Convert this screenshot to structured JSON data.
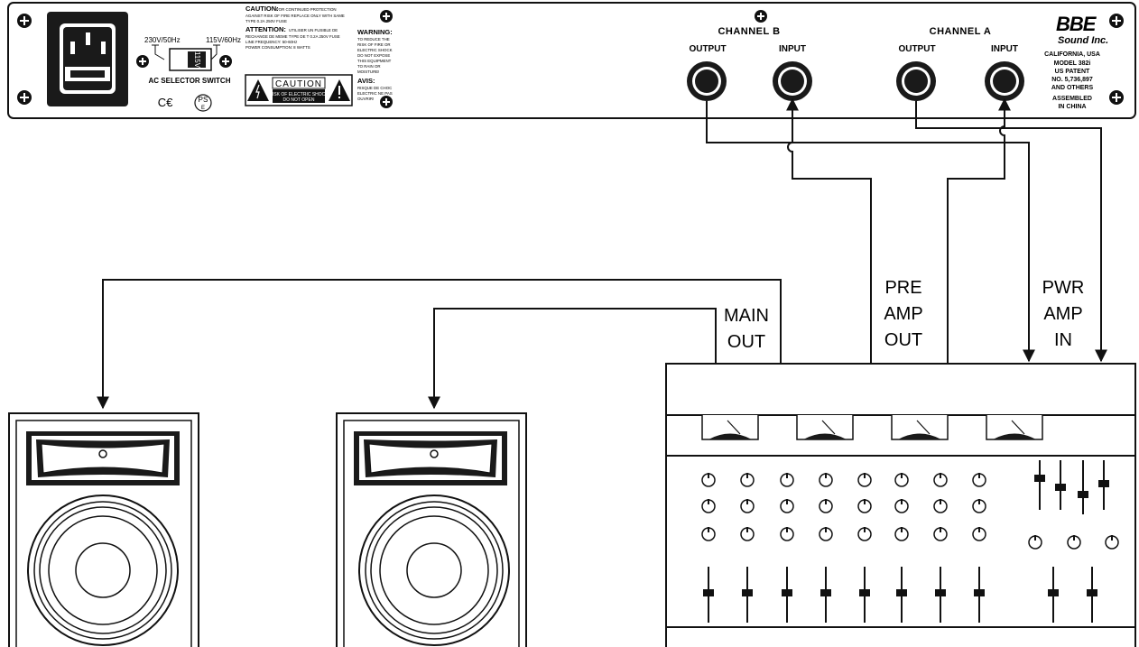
{
  "panel": {
    "voltage_left": "230V/50Hz",
    "voltage_right": "115V/60Hz",
    "switch_value": "115V",
    "ac_selector_label": "AC SELECTOR SWITCH",
    "ce_mark": "C€",
    "ps_mark": "PS",
    "ps_sub": "E",
    "caution_heading": "CAUTION:",
    "caution_text_1": "FOR CONTINUED PROTECTION",
    "caution_text_2": "AGAINST RISK OF FIRE REPLACE ONLY WITH SAME",
    "caution_text_3": "TYPE 0.2A 250V FUSE",
    "attention_heading": "ATTENTION:",
    "attention_text_1": "UTILISER UN FUSIBLE DE",
    "attention_text_2": "RECHANGE DE MEME TYPE DE T 0.2A 250V FUSE",
    "attention_text_3": "LINE FREQUENCY: 50-60Hz",
    "attention_text_4": "POWER CONSUMPTION: 8 WATTS",
    "caution_box_title": "CAUTION",
    "caution_box_line1": "RISK OF ELECTRIC SHOCK",
    "caution_box_line2": "DO NOT OPEN",
    "warning_heading": "WARNING:",
    "warning_lines": [
      "TO REDUCE THE",
      "RISK OF FIRE OR",
      "ELECTRIC SHOCK",
      "DO NOT EXPOSE",
      "THIS EQUIPMENT",
      "TO RAIN OR",
      "MOISTURE!"
    ],
    "avis_heading": "AVIS:",
    "avis_lines": [
      "RISQUE DE CHOC",
      "ELECTRIC NE PAS",
      "OUVRIR!"
    ],
    "channel_b": "CHANNEL B",
    "channel_a": "CHANNEL A",
    "output_label": "OUTPUT",
    "input_label": "INPUT",
    "brand_logo": "BBE",
    "brand_name": "Sound Inc.",
    "info_lines": [
      "CALIFORNIA, USA",
      "MODEL 382i",
      "US PATENT",
      "NO. 5,736,897",
      "AND OTHERS",
      "ASSEMBLED",
      "IN CHINA"
    ]
  },
  "labels": {
    "main_out": [
      "MAIN",
      "OUT"
    ],
    "pre_amp_out": [
      "PRE",
      "AMP",
      "OUT"
    ],
    "pwr_amp_in": [
      "PWR",
      "AMP",
      "IN"
    ]
  },
  "colors": {
    "line": "#111111",
    "fill_dark": "#1a1a1a",
    "background": "#ffffff"
  }
}
